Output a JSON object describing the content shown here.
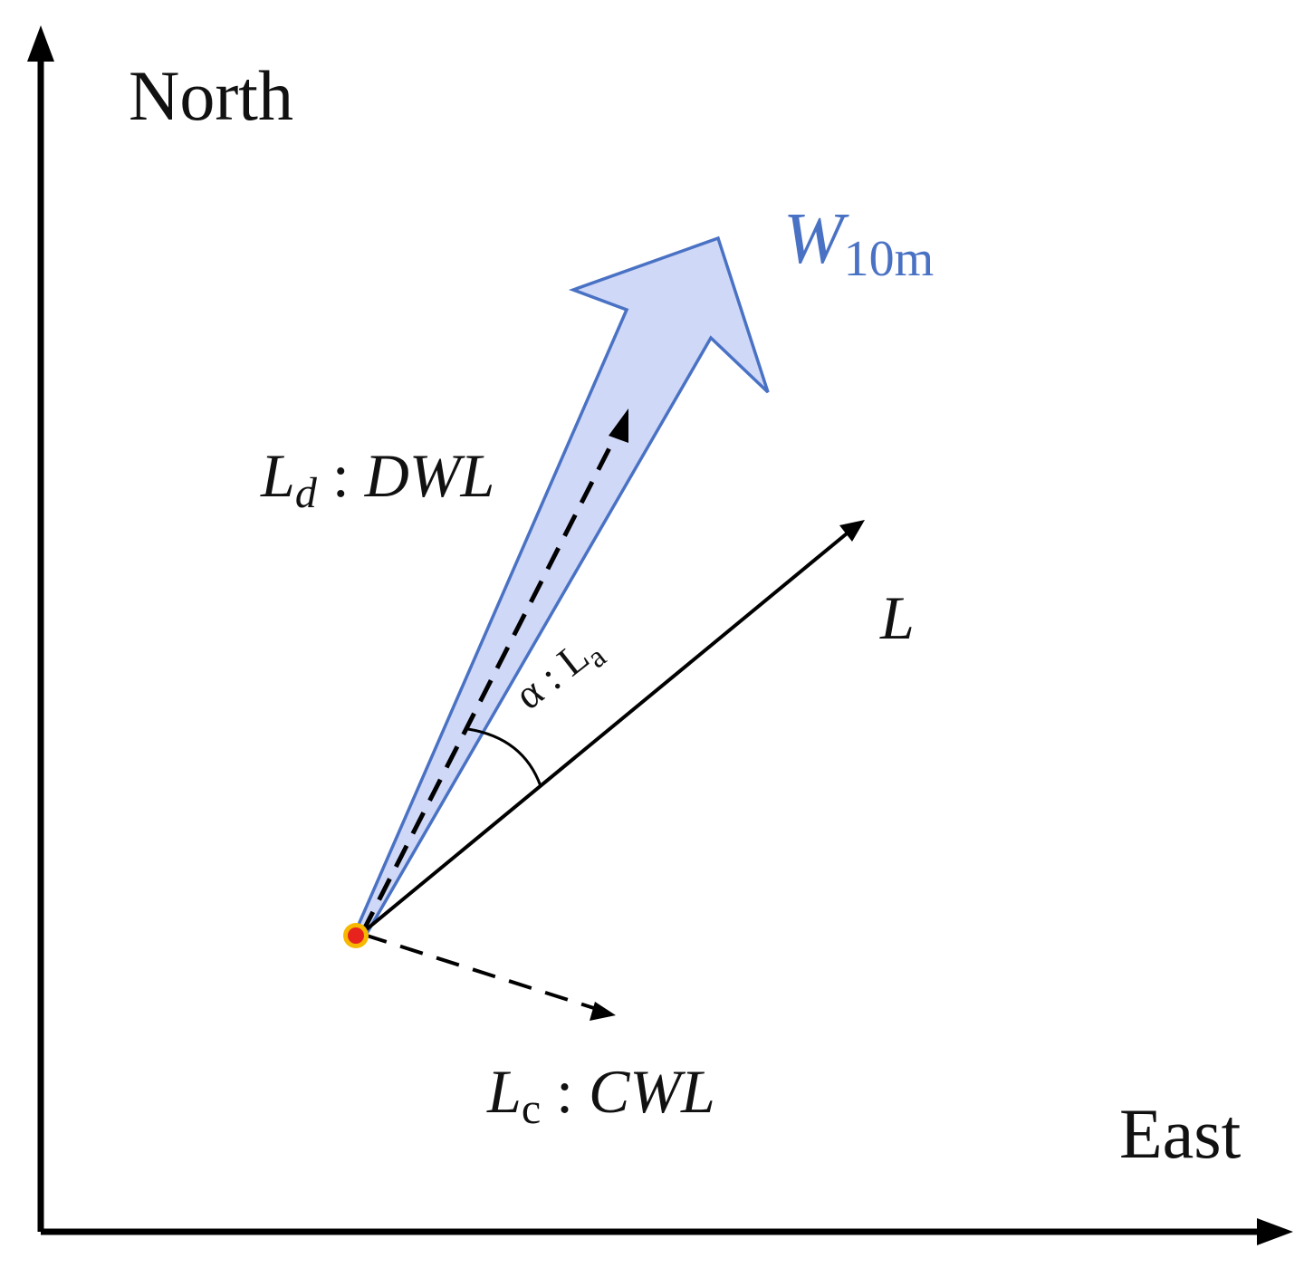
{
  "axes": {
    "y_label": "North",
    "x_label": "East"
  },
  "wind_vector": {
    "symbol": "W",
    "subscript": "10m",
    "color": "#4a72c4",
    "fill_color": "#d0d8f7"
  },
  "downwind_line": {
    "symbol": "L",
    "subscript": "d",
    "name": "DWL"
  },
  "line_l": {
    "symbol": "L"
  },
  "angle": {
    "symbol": "α",
    "label_symbol": "L",
    "label_subscript": "a"
  },
  "crosswind_line": {
    "symbol": "L",
    "subscript": "c",
    "name": "CWL"
  },
  "origin_point": {
    "fill_color": "#e8231e",
    "ring_color": "#f6b800"
  }
}
